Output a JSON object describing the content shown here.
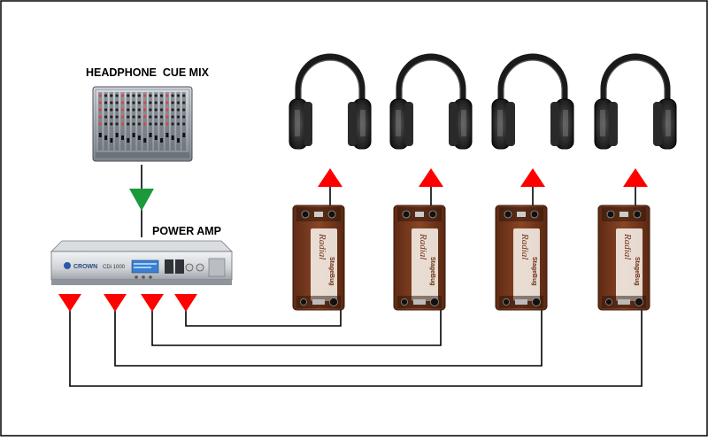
{
  "labels": {
    "mixer": "HEADPHONE  CUE MIX",
    "amp": "POWER AMP"
  },
  "amp": {
    "brand": "CROWN",
    "model": "CDi 1000"
  },
  "box": {
    "brand": "Radial",
    "model": "StageBug"
  },
  "colors": {
    "border": "#000000",
    "wire": "#000000",
    "arrow_red": "#ff0000",
    "arrow_green": "#1a9a3a",
    "box_brown": "#7a3a1e"
  }
}
